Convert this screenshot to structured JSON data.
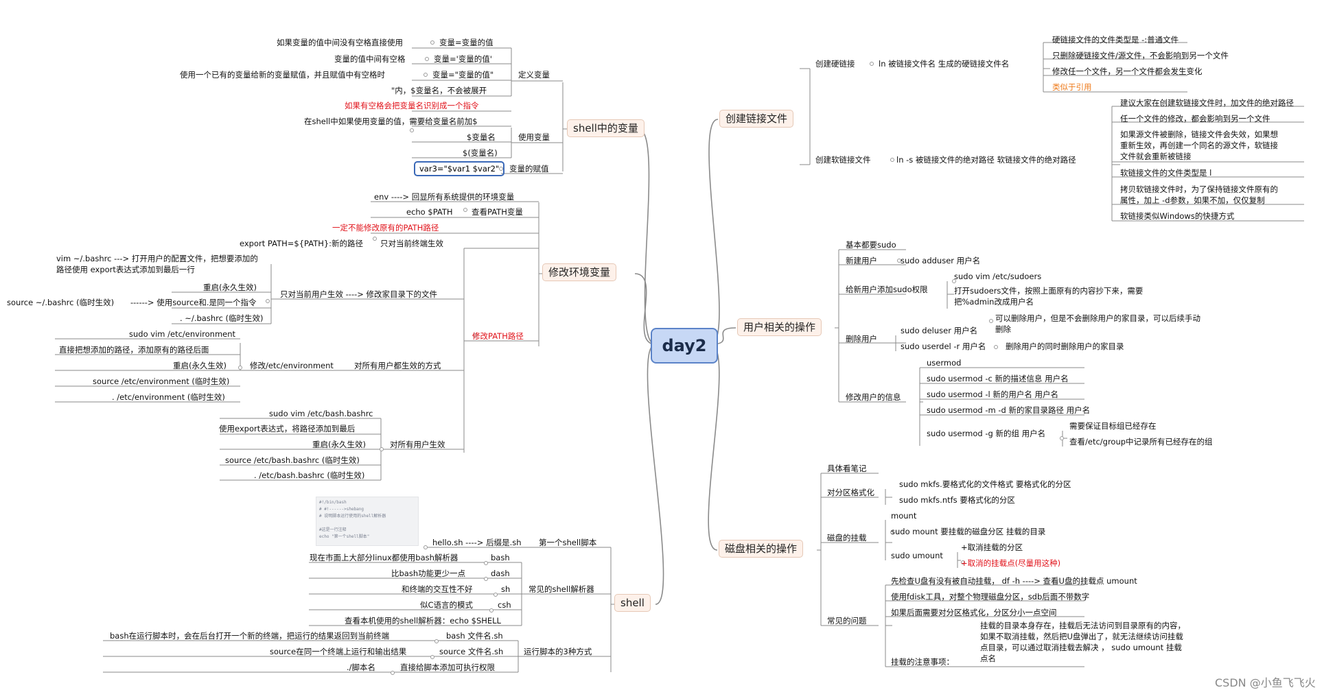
{
  "center": "day2",
  "branches": {
    "shell_var": "shell中的变量",
    "env_var": "修改环境变量",
    "shell": "shell",
    "link": "创建链接文件",
    "user": "用户相关的操作",
    "disk": "磁盘相关的操作"
  },
  "var": {
    "define": "定义变量",
    "no_space": "如果变量的值中间没有空格直接使用",
    "no_space_eq": "变量=变量的值",
    "has_space": "变量的值中间有空格",
    "has_space_eq": "变量='变量的值'",
    "reuse": "使用一个已有的变量给新的变量赋值，并且赋值中有空格时",
    "reuse_eq": "变量=\"变量的值\"",
    "quote_note": "\"内，$变量名，不会被展开",
    "space_warn": "如果有空格会把变量名识别成一个指令",
    "use": "使用变量",
    "use_note": "在shell中如果使用变量的值，需要给变量名前加$",
    "dollar1": "$变量名",
    "dollar2": "$(变量名)",
    "assign": "变量的赋值",
    "assign_ex": "var3=\"$var1 $var2\""
  },
  "env": {
    "env_cmd": "env  ----> 回显所有系统提供的环境变量",
    "echo_path": "echo  $PATH",
    "view_path": "查看PATH变量",
    "no_overwrite": "一定不能修改原有的PATH路径",
    "export_path": "export PATH=${PATH}:新的路径",
    "terminal_only": "只对当前终端生效",
    "modify_path": "修改PATH路径",
    "vim_bashrc": "vim ~/.bashrc  ---> 打开用户的配置文件，把想要添加的路径使用 export表达式添加到最后一行",
    "restart1": "重启(永久生效)",
    "source_bashrc": "source ~/.bashrc  (临时生效)",
    "source_same": "------> 使用source和.是同一个指令",
    "dot_bashrc": ". ~/.bashrc  (临时生效)",
    "cur_user": "只对当前用户生效  ----> 修改家目录下的文件",
    "sudo_vim_env": "sudo vim /etc/environment",
    "append_env": "直接把想添加的路径，添加原有的路径后面",
    "restart2": "重启(永久生效)",
    "source_env": "source  /etc/environment (临时生效)",
    "dot_env": ".  /etc/environment  (临时生效)",
    "edit_env": "修改/etc/environment",
    "all_users": "对所有用户都生效的方式",
    "sudo_vim_bash": "sudo vim /etc/bash.bashrc",
    "export_last": "使用export表达式，将路径添加到最后",
    "restart3": "重启(永久生效)",
    "source_bash": "source  /etc/bash.bashrc (临时生效)",
    "dot_bash": ".  /etc/bash.bashrc  (临时生效)",
    "all_users2": "对所有用户生效"
  },
  "shell": {
    "code": [
      "#!/bin/bash",
      "#    #!------>shebang",
      "#    说明脚本运行使用的shell解析器",
      "",
      "#这是一行注释",
      "echo  \"第一个shell脚本\""
    ],
    "hello": "hello.sh ----> 后缀是.sh",
    "first": "第一个shell脚本",
    "bash_note": "现在市面上大部分linux都使用bash解析器",
    "bash": "bash",
    "dash_note": "比bash功能更少一点",
    "dash": "dash",
    "sh_note": "和终端的交互性不好",
    "sh": "sh",
    "csh_note": "似C语言的模式",
    "csh": "csh",
    "check": "查看本机使用的shell解析器：echo $SHELL",
    "parsers": "常见的shell解析器",
    "bash_run_note": "bash在运行脚本时，会在后台打开一个新的终端，把运行的结果返回到当前终端",
    "bash_run": "bash 文件名.sh",
    "source_note": "source在同一个终端上运行和输出结果",
    "source_run": "source 文件名.sh",
    "run3": "运行脚本的3种方式",
    "dot_run": "./脚本名",
    "perm": "直接给脚本添加可执行权限"
  },
  "link": {
    "hard": "创建硬链接",
    "ln_hard": "ln  被链接文件名  生成的硬链接文件名",
    "h1": "硬链接文件的文件类型是 -:普通文件",
    "h2": "只删除硬链接文件/源文件，不会影响到另一个文件",
    "h3": "修改任一个文件，另一个文件都会发生变化",
    "h4": "类似于引用",
    "soft": "创建软链接文件",
    "ln_soft": "ln  -s 被链接文件的绝对路径  软链接文件的绝对路径",
    "s1": "建议大家在创建软链接文件时，加文件的绝对路径",
    "s2": "任一个文件的修改，都会影响到另一个文件",
    "s3": "如果源文件被删除，链接文件会失效，如果想重新生效，再创建一个同名的源文件，软链接文件就会重新被链接",
    "s4": "软链接文件的文件类型是 l",
    "s5": "拷贝软链接文件时，为了保持链接文件原有的属性，加上 -d参数，如果不加，仅仅复制",
    "s6": "软链接类似Windows的快捷方式"
  },
  "user": {
    "sudo_basic": "基本都要sudo",
    "new_user": "新建用户",
    "adduser": "sudo adduser 用户名",
    "add_sudo": "给新用户添加sudo权限",
    "sudoers": "sudo vim /etc/sudoers",
    "sudoers_note": "打开sudoers文件，按照上面原有的内容抄下来，需要把%admin改成用户名",
    "del_user": "删除用户",
    "deluser": "sudo deluser 用户名",
    "deluser_note": "可以删除用户，但是不会删除用户的家目录，可以后续手动删除",
    "userdel": "sudo userdel -r 用户名",
    "userdel_note": "删除用户的同时删除用户的家目录",
    "mod_user": "修改用户的信息",
    "usermod": "usermod",
    "mod_c": "sudo usermod -c 新的描述信息 用户名",
    "mod_l": "sudo usermod -l 新的用户名  用户名",
    "mod_m": "sudo usermod -m -d  新的家目录路径  用户名",
    "mod_g": "sudo usermod -g 新的组 用户名",
    "g1": "需要保证目标组已经存在",
    "g2": "查看/etc/group中记录所有已经存在的组"
  },
  "disk": {
    "notes": "具体看笔记",
    "format": "对分区格式化",
    "mkfs": "sudo mkfs.要格式化的文件格式 要格式化的分区",
    "ntfs": "sudo mkfs.ntfs 要格式化的分区",
    "mount_title": "磁盘的挂载",
    "mount": "mount",
    "sudo_mount": "sudo mount 要挂载的磁盘分区 挂载的目录",
    "umount": "sudo umount",
    "u1": "+取消挂载的分区",
    "u2": "+取消的挂载点(尽量用这种)",
    "issues": "常见的问题",
    "q1": "先检查U盘有没有被自动挂载， df -h ----> 查看U盘的挂载点  umount",
    "q2": "使用fdisk工具，对整个物理磁盘分区，sdb后面不带数字",
    "q3": "如果后面需要对分区格式化，分区分小一点空间",
    "q4_title": "挂载的注意事项：",
    "q4": "挂载的目录本身存在，挂载后无法访问到目录原有的内容，如果不取消挂载，然后把U盘弹出了，就无法继续访问挂载点目录，可以通过取消挂载去解决  ，  sudo  umount  挂载点名"
  },
  "watermark": "CSDN @小鱼飞飞火"
}
